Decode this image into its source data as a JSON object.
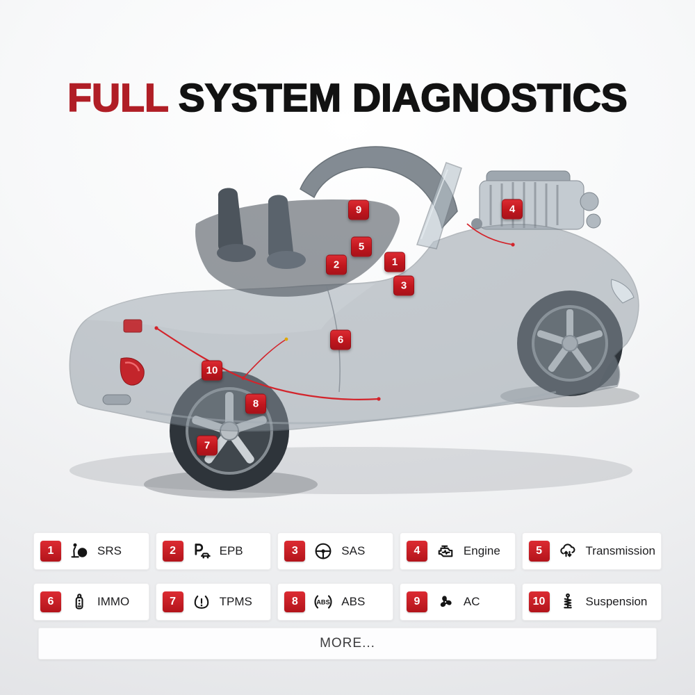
{
  "title": {
    "highlight": "FULL",
    "rest": "SYSTEM DIAGNOSTICS"
  },
  "colors": {
    "accent_red": "#c0161d",
    "title_red": "#b01e26",
    "title_dark": "#121212"
  },
  "markers": [
    {
      "number": "1"
    },
    {
      "number": "2"
    },
    {
      "number": "3"
    },
    {
      "number": "4"
    },
    {
      "number": "5"
    },
    {
      "number": "6"
    },
    {
      "number": "7"
    },
    {
      "number": "8"
    },
    {
      "number": "9"
    },
    {
      "number": "10"
    }
  ],
  "legend": {
    "items": [
      {
        "number": "1",
        "label": "SRS",
        "icon": "airbag-icon"
      },
      {
        "number": "2",
        "label": "EPB",
        "icon": "parking-brake-icon"
      },
      {
        "number": "3",
        "label": "SAS",
        "icon": "steering-wheel-icon"
      },
      {
        "number": "4",
        "label": "Engine",
        "icon": "engine-icon"
      },
      {
        "number": "5",
        "label": "Transmission",
        "icon": "transmission-icon"
      },
      {
        "number": "6",
        "label": "IMMO",
        "icon": "immo-key-icon"
      },
      {
        "number": "7",
        "label": "TPMS",
        "icon": "tpms-icon"
      },
      {
        "number": "8",
        "label": "ABS",
        "icon": "abs-icon"
      },
      {
        "number": "9",
        "label": "AC",
        "icon": "ac-fan-icon"
      },
      {
        "number": "10",
        "label": "Suspension",
        "icon": "suspension-icon"
      }
    ]
  },
  "more_bar": {
    "label": "MORE..."
  }
}
